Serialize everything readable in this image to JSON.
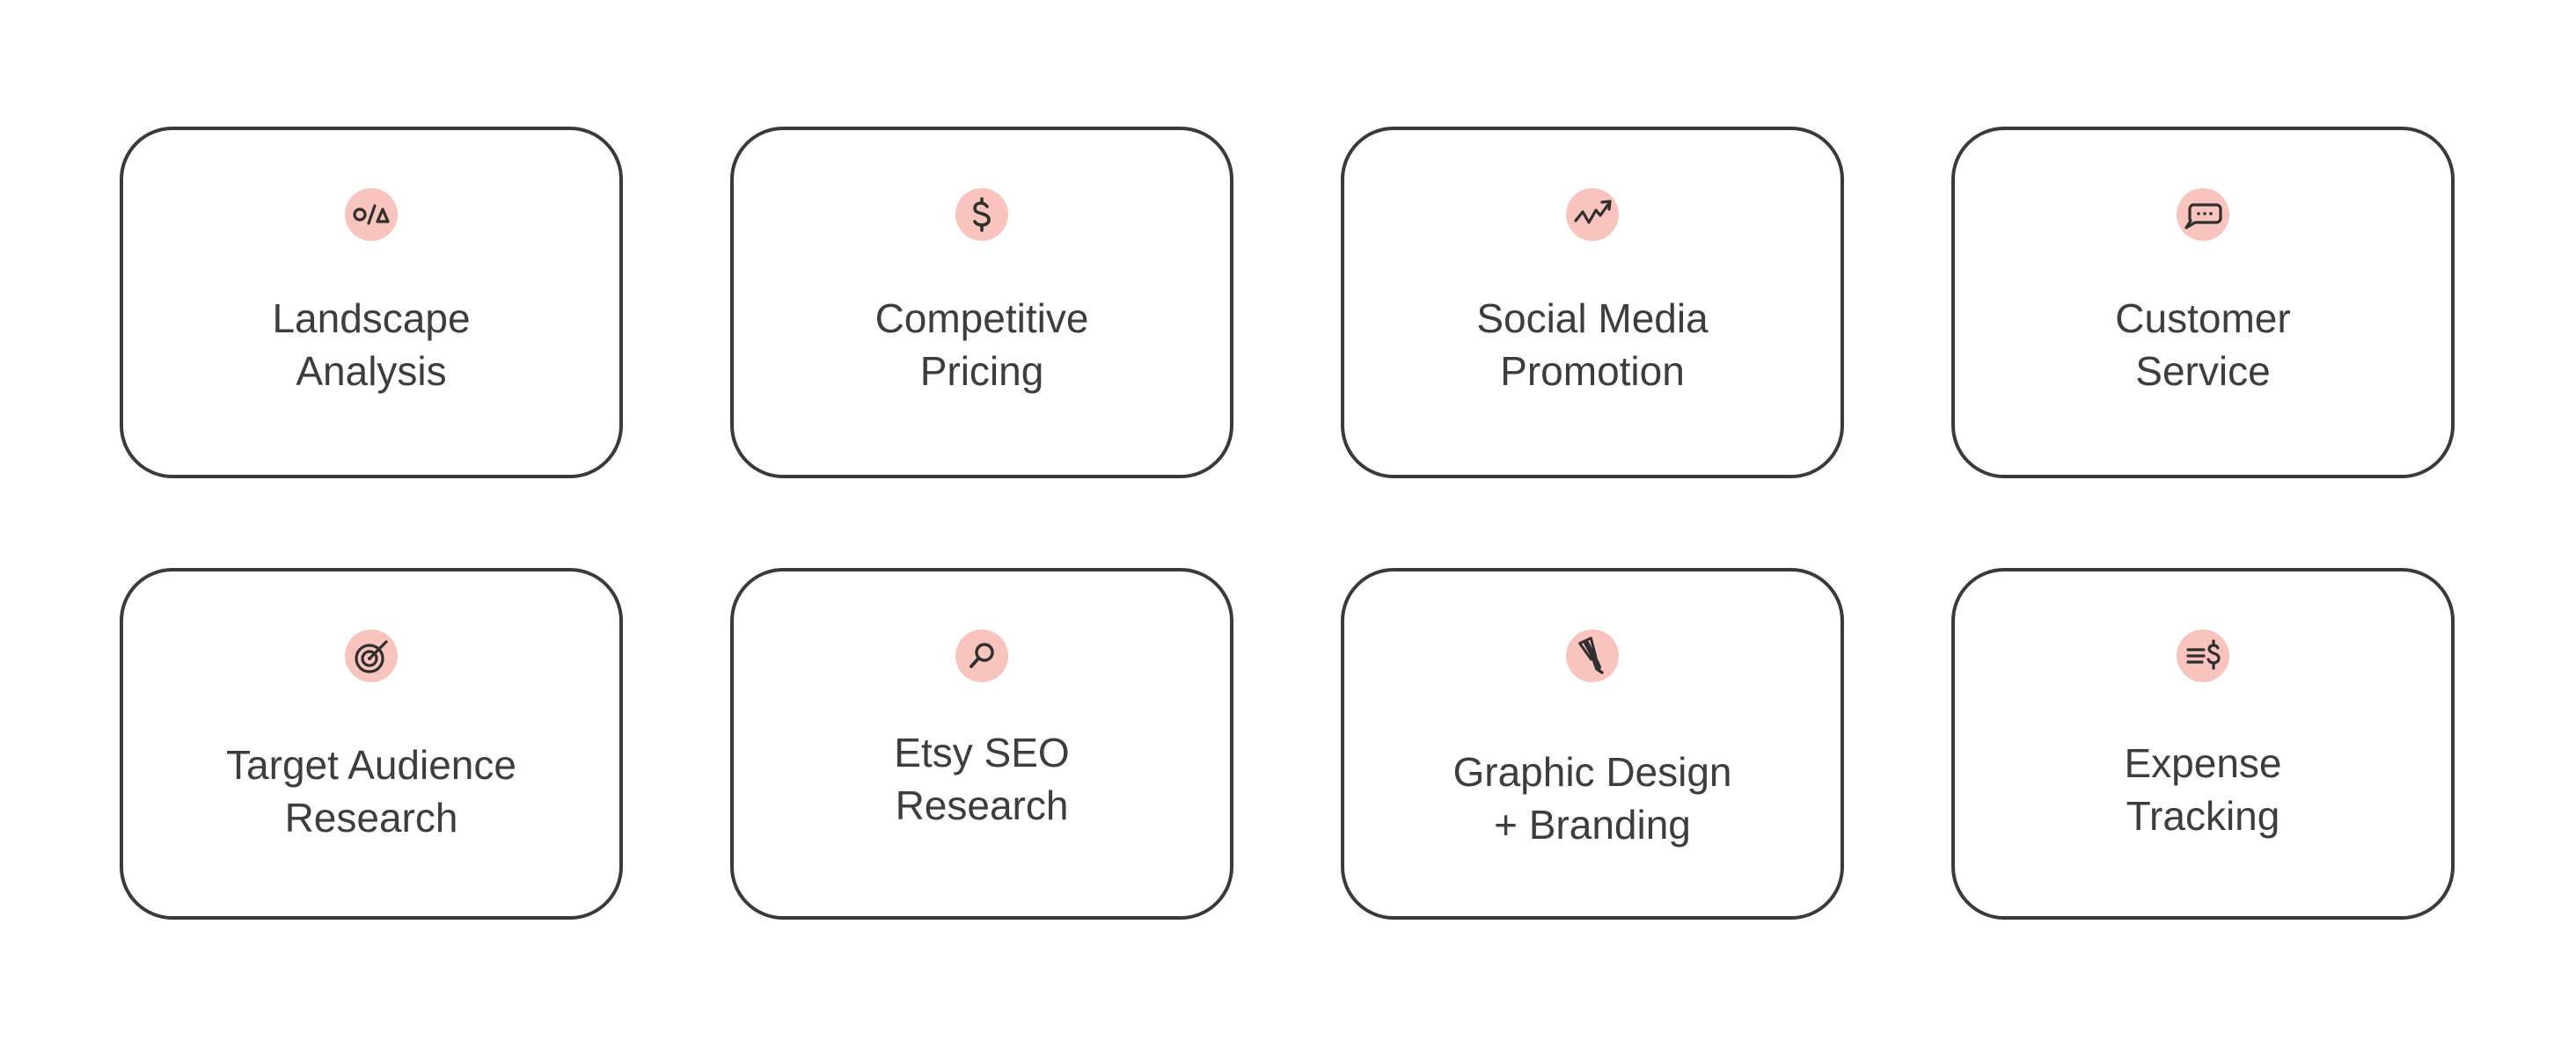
{
  "cards": [
    {
      "line1": "Landscape",
      "line2": "Analysis",
      "icon": "shapes-icon"
    },
    {
      "line1": "Competitive",
      "line2": "Pricing",
      "icon": "dollar-icon"
    },
    {
      "line1": "Social Media",
      "line2": "Promotion",
      "icon": "trend-arrow-icon"
    },
    {
      "line1": "Customer",
      "line2": "Service",
      "icon": "chat-bubble-icon"
    },
    {
      "line1": "Target Audience",
      "line2": "Research",
      "icon": "target-icon"
    },
    {
      "line1": "Etsy SEO",
      "line2": "Research",
      "icon": "magnifier-icon"
    },
    {
      "line1": "Graphic Design",
      "line2": "+ Branding",
      "icon": "pen-nib-icon"
    },
    {
      "line1": "Expense",
      "line2": "Tracking",
      "icon": "money-lines-icon"
    }
  ],
  "colors": {
    "border": "#3a3a3a",
    "icon_background": "#f8c4bd",
    "text": "#3d3d3d"
  }
}
